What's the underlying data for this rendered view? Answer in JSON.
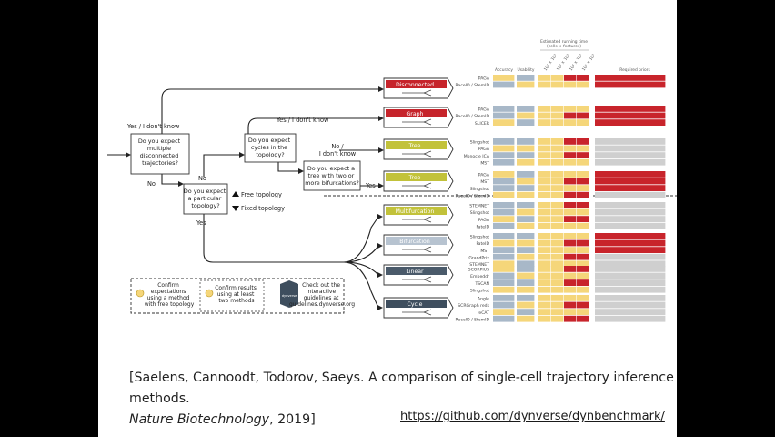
{
  "flowchart": {
    "q1": [
      "Do you expect",
      "multiple",
      "disconnected",
      "trajectories?"
    ],
    "q2": [
      "Do you expect",
      "a particular",
      "topology?"
    ],
    "q3": [
      "Do you expect",
      "cycles in the",
      "topology?"
    ],
    "q4": [
      "Do you expect a",
      "tree with two or",
      "more bifurcations?"
    ],
    "yes_idk": "Yes / I don't know",
    "yes_idk_2": "Yes / I don't know",
    "no_idk": [
      "No /",
      "I don't know"
    ],
    "no_1": "No",
    "no_2": "No",
    "yes_1": "Yes",
    "yes_2": "Yes",
    "free_topology": "Free topology",
    "fixed_topology": "Fixed topology"
  },
  "topologies": [
    {
      "name": "Disconnected",
      "color": "#c6242b"
    },
    {
      "name": "Graph",
      "color": "#c6242b"
    },
    {
      "name": "Tree",
      "color": "#c2c23a"
    },
    {
      "name": "Tree",
      "color": "#c2c23a"
    },
    {
      "name": "Multifurcation",
      "color": "#c2c23a"
    },
    {
      "name": "Bifurcation",
      "color": "#b7c3d0"
    },
    {
      "name": "Linear",
      "color": "#4a5a6a"
    },
    {
      "name": "Cycle",
      "color": "#3e4e5e"
    }
  ],
  "guidelines": {
    "box1": [
      "Confirm",
      "expectations",
      "using a method",
      "with free topology"
    ],
    "box2": [
      "Confirm results",
      "using at least",
      "two methods"
    ],
    "box3": [
      "Check out the",
      "interactive",
      "guidelines at",
      "guidelines.dynverse.org"
    ],
    "logo": "dynverse"
  },
  "heatmap": {
    "header_top": [
      "Estimated running time",
      "(cells × features)"
    ],
    "col_labels": [
      "Accuracy",
      "Usability",
      "10² × 10³",
      "10³ × 10³",
      "10⁴ × 10³",
      "10⁵ × 10³",
      "Required priors"
    ],
    "groups": [
      {
        "methods": [
          "PAGA",
          "RaceID / StemID"
        ]
      },
      {
        "methods": [
          "PAGA",
          "RaceID / StemID",
          "SLICER"
        ]
      },
      {
        "methods": [
          "Slingshot",
          "PAGA",
          "Monocle ICA",
          "MST"
        ]
      },
      {
        "methods": [
          "PAGA",
          "MST",
          "Slingshot",
          "RaceID / StemID"
        ]
      },
      {
        "methods": [
          "STEMNET",
          "Slingshot",
          "PAGA",
          "FateID"
        ]
      },
      {
        "methods": [
          "Slingshot",
          "FateID",
          "MST",
          "GrandPrix",
          "STEMNET"
        ]
      },
      {
        "methods": [
          "SCORPIUS",
          "Embeddr",
          "TSCAN",
          "Slingshot"
        ]
      },
      {
        "methods": [
          "Angle",
          "SCRGraph reds",
          "reCAT",
          "RaceID / StemID"
        ]
      }
    ],
    "colors": {
      "blue": "#a8b8c8",
      "yellow": "#f5d67a",
      "red": "#c8242b",
      "grey": "#cfcfcf"
    }
  },
  "citation": {
    "line1": "[Saelens, Cannoodt, Todorov, Saeys. A comparison of single-cell  trajectory inference methods.",
    "journal": "Nature Biotechnology",
    "rest": ", 2019]"
  },
  "link": "https://github.com/dynverse/dynbenchmark/"
}
